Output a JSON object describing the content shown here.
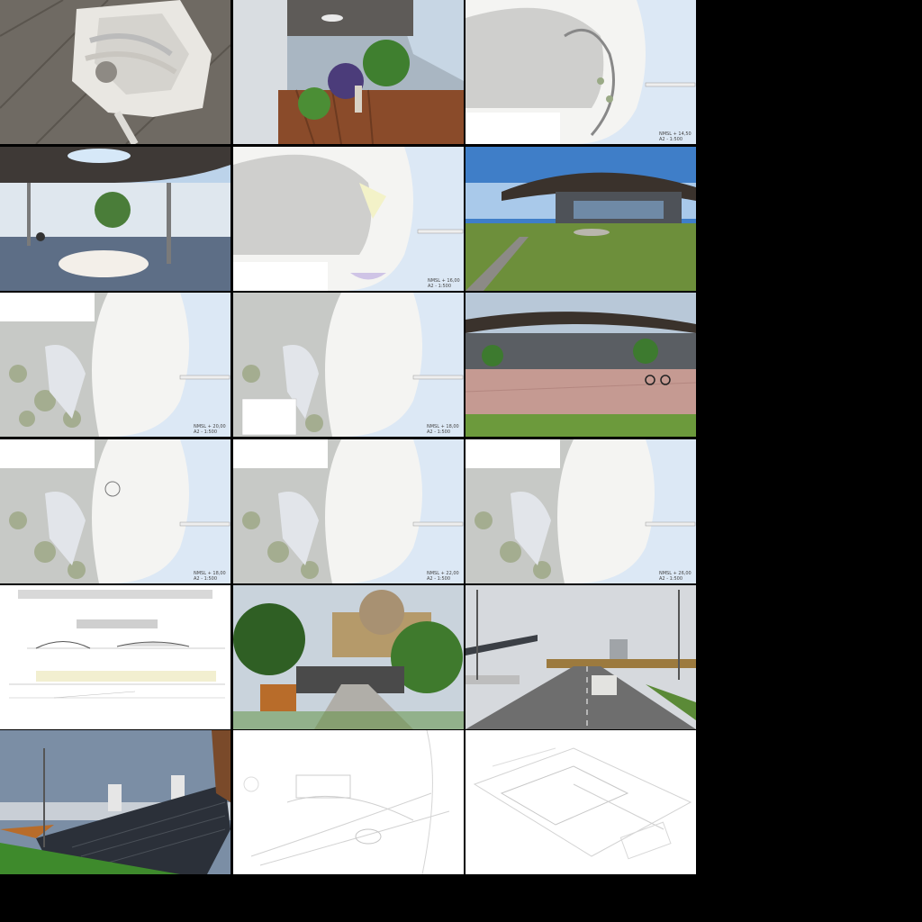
{
  "gallery": {
    "background": "#000000",
    "columns": 3,
    "rows": 6,
    "tiles": [
      {
        "name": "model-photo-tile",
        "kind": "model-photo"
      },
      {
        "name": "garden-interior-render-tile",
        "kind": "render"
      },
      {
        "name": "site-plan-1-tile",
        "kind": "site-plan",
        "level": "NMSL + 14,50",
        "scale": "A2 - 1:500"
      },
      {
        "name": "canopy-terrace-render-tile",
        "kind": "render"
      },
      {
        "name": "site-plan-2-tile",
        "kind": "site-plan",
        "level": "NMSL + 16,00",
        "scale": "A2 - 1:500"
      },
      {
        "name": "building-exterior-render-tile",
        "kind": "render"
      },
      {
        "name": "site-plan-3-tile",
        "kind": "site-plan",
        "level": "NMSL + 20,00",
        "scale": "A2 - 1:500"
      },
      {
        "name": "site-plan-4-tile",
        "kind": "site-plan",
        "level": "NMSL + 18,00",
        "scale": "A2 - 1:500"
      },
      {
        "name": "plaza-cyclist-render-tile",
        "kind": "render"
      },
      {
        "name": "site-plan-5-tile",
        "kind": "site-plan",
        "level": "NMSL + 18,00",
        "scale": "A2 - 1:500"
      },
      {
        "name": "site-plan-6-tile",
        "kind": "site-plan",
        "level": "NMSL + 22,00",
        "scale": "A2 - 1:500"
      },
      {
        "name": "site-plan-7-tile",
        "kind": "site-plan",
        "level": "NMSL + 26,00",
        "scale": "A2 - 1:500"
      },
      {
        "name": "section-drawings-tile",
        "kind": "sections"
      },
      {
        "name": "underpass-render-tile",
        "kind": "render"
      },
      {
        "name": "highway-render-tile",
        "kind": "render"
      },
      {
        "name": "stairs-plaza-render-tile",
        "kind": "render"
      },
      {
        "name": "masterplan-sketch-tile",
        "kind": "sketch"
      },
      {
        "name": "axonometric-sketch-tile",
        "kind": "sketch"
      }
    ]
  }
}
